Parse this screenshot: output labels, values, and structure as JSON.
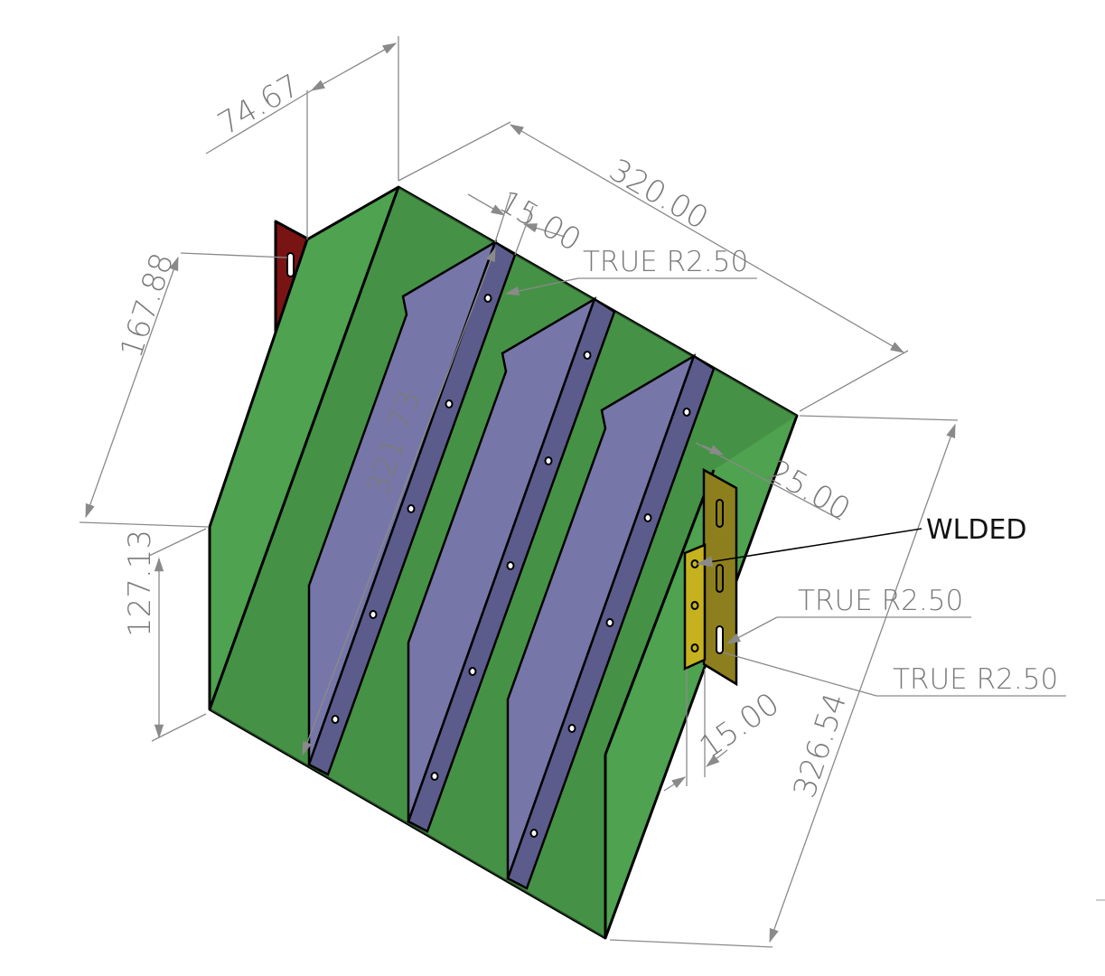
{
  "drawing": {
    "colors": {
      "panel": "#4fa24f",
      "panel_dark": "#3e8540",
      "fin": "#7677a8",
      "fin_strip": "#5b5c8c",
      "tab_red": "#7a1414",
      "bracket_olive": "#8d7f1e",
      "bracket_yellow": "#c6b21f",
      "dimension": "#7a7a7a"
    },
    "dimensions": {
      "d_74_67": "74.67",
      "d_320": "320.00",
      "d_15_top": "15.00",
      "d_167_88": "167.88",
      "d_321_73": "321.73",
      "d_127_13": "127.13",
      "d_25": "25.00",
      "d_15_bottom": "15.00",
      "d_326_54": "326.54"
    },
    "notes": {
      "radius_top": "TRUE R2.50",
      "welded": "WLDED",
      "radius_mid": "TRUE R2.50",
      "radius_bottom": "TRUE R2.50"
    }
  }
}
